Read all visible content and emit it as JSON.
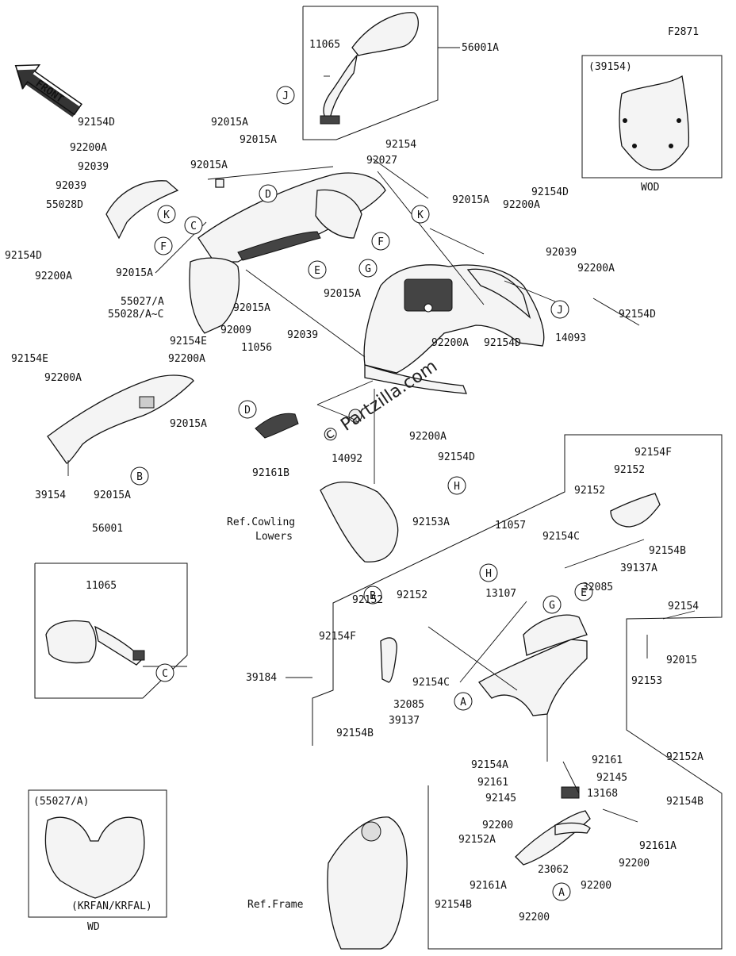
{
  "figure_code": "F2871",
  "front_arrow_text": "FRONT",
  "watermark": "© Partzilla.com",
  "inset_top_right": {
    "ref": "(39154)",
    "note": "WOD"
  },
  "inset_bottom_left": {
    "ref": "(55027/A)",
    "variant": "(KRFAN/KRFAL)",
    "note": "WD"
  },
  "callout_letters": [
    "J",
    "D",
    "K",
    "F",
    "C",
    "E",
    "G",
    "K",
    "F",
    "J",
    "D",
    "B",
    "H",
    "B",
    "H",
    "G",
    "E",
    "A",
    "C",
    "A"
  ],
  "labels": [
    "11065",
    "56001A",
    "92154D",
    "92015A",
    "92200A",
    "92015A",
    "92039",
    "92015A",
    "92039",
    "55028D",
    "92154",
    "92027",
    "92154D",
    "92200A",
    "92154D",
    "92015A",
    "92200A",
    "92015A",
    "92039",
    "92200A",
    "55027/A",
    "55028/A~C",
    "92015A",
    "92015A",
    "92154D",
    "14093",
    "92009",
    "11056",
    "92039",
    "92200A",
    "92154D",
    "92154E",
    "92154E",
    "92200A",
    "92200A",
    "92015A",
    "92161B",
    "14092",
    "92200A",
    "92154D",
    "39154",
    "92015A",
    "92154F",
    "92152",
    "92152",
    "92154C",
    "92154B",
    "39137A",
    "92153A",
    "11057",
    "Ref.Cowling",
    "Lowers",
    "56001",
    "11065",
    "92154C",
    "32085",
    "13107",
    "92152",
    "92152",
    "92154F",
    "92154",
    "92015",
    "39184",
    "92153",
    "32085",
    "39137",
    "92154B",
    "92161",
    "92145",
    "92152A",
    "92154A",
    "92161",
    "92145",
    "13168",
    "92200",
    "92154B",
    "92152A",
    "92161A",
    "92200",
    "23062",
    "92200",
    "Ref.Frame",
    "92154B",
    "92161A",
    "92200"
  ]
}
